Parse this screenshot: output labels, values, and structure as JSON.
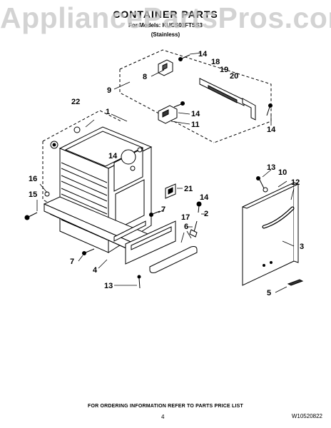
{
  "watermark": "AppliancePartsPros.com",
  "header": {
    "title": "CONTAINER PARTS",
    "models": "For Models: KUCS03FTSS3",
    "finish": "(Stainless)"
  },
  "callouts": [
    "1",
    "2",
    "3",
    "4",
    "5",
    "6",
    "7",
    "7",
    "8",
    "9",
    "10",
    "11",
    "12",
    "13",
    "13",
    "14",
    "14",
    "14",
    "14",
    "14",
    "15",
    "16",
    "17",
    "18",
    "19",
    "20",
    "21",
    "22"
  ],
  "footer": {
    "ordering": "FOR ORDERING INFORMATION REFER TO PARTS PRICE LIST",
    "page": "4",
    "doc_number": "W10520822"
  }
}
